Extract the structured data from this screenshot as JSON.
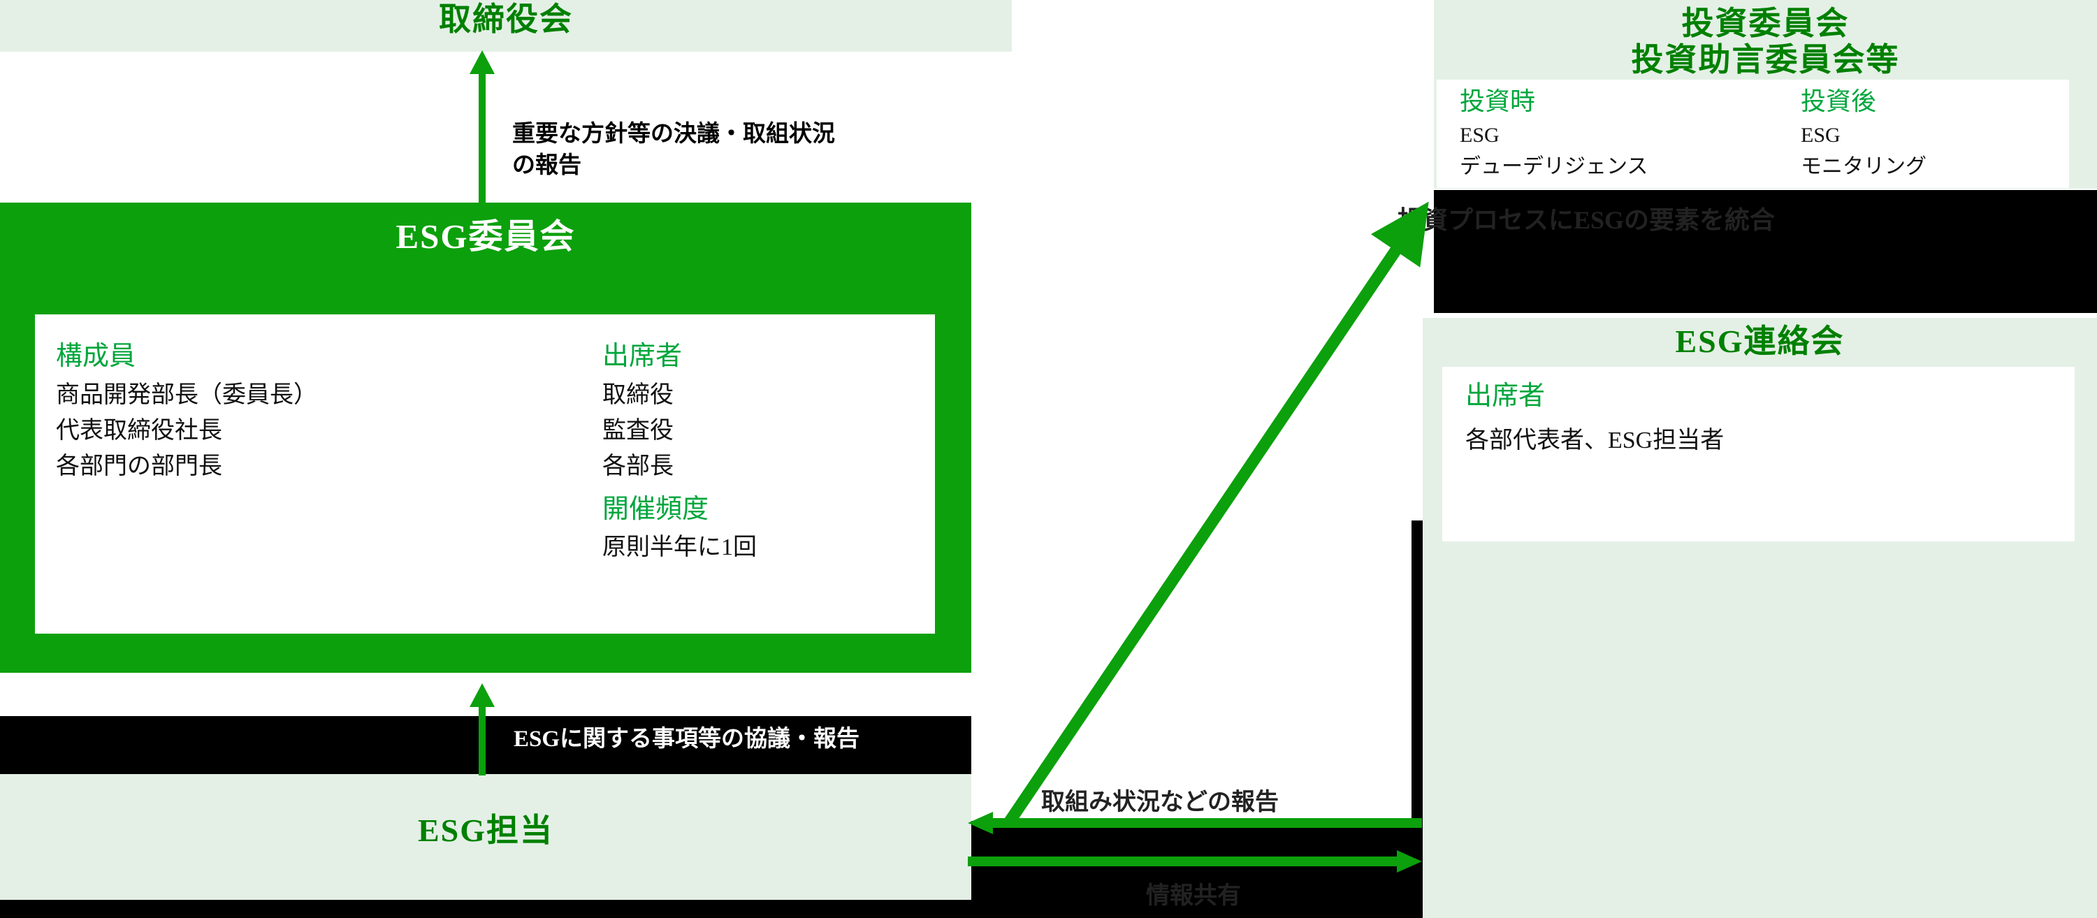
{
  "colors": {
    "accent_green": "#008000",
    "solid_green": "#0ca00c",
    "pale_green": "#e4f0e6",
    "arrow_green": "#0ca00c",
    "heading_sub_green": "#00a63c",
    "black_band": "#000000",
    "white": "#ffffff"
  },
  "board": {
    "title": "取締役会"
  },
  "board_arrow": {
    "label_line1": "重要な方針等の決議・取組状況",
    "label_line2": "の報告"
  },
  "esg_committee": {
    "title": "ESG委員会",
    "members": {
      "heading": "構成員",
      "items": [
        "商品開発部長（委員長）",
        "代表取締役社長",
        "各部門の部門長"
      ]
    },
    "attendees": {
      "heading": "出席者",
      "items": [
        "取締役",
        "監査役",
        "各部長"
      ]
    },
    "frequency": {
      "heading": "開催頻度",
      "items": [
        "原則半年に1回"
      ]
    }
  },
  "esg_staff": {
    "title": "ESG担当"
  },
  "staff_arrow": {
    "label": "ESGに関する事項等の協議・報告"
  },
  "investment_committee": {
    "title_line1": "投資委員会",
    "title_line2": "投資助言委員会等",
    "columns": [
      {
        "heading": "投資時",
        "items": [
          "ESG",
          "デューデリジェンス"
        ]
      },
      {
        "heading": "投資後",
        "items": [
          "ESG",
          "モニタリング"
        ]
      }
    ],
    "caption": "投資プロセスにESGの要素を統合"
  },
  "esg_liaison": {
    "title": "ESG連絡会",
    "attendees": {
      "heading": "出席者",
      "items": [
        "各部代表者、ESG担当者"
      ]
    }
  },
  "liaison_arrows": {
    "label_top": "取組み状況などの報告",
    "label_bottom": "情報共有"
  }
}
